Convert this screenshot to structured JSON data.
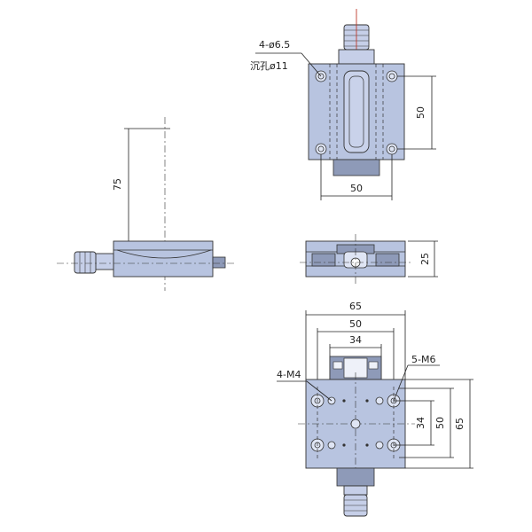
{
  "top_view": {
    "hole_callout_line1": "4-ø6.5",
    "hole_callout_line2": "沉孔ø11",
    "dim_vertical": "50",
    "dim_horizontal": "50"
  },
  "side_view": {
    "dim_travel": "75"
  },
  "front_view": {
    "dim_height": "25"
  },
  "bottom_view": {
    "dim_overall_width": "65",
    "dim_hole_width": "50",
    "dim_inner_width": "34",
    "dim_right_34": "34",
    "dim_right_50": "50",
    "dim_right_65": "65",
    "label_m4": "4-M4",
    "label_m6": "5-M6"
  }
}
